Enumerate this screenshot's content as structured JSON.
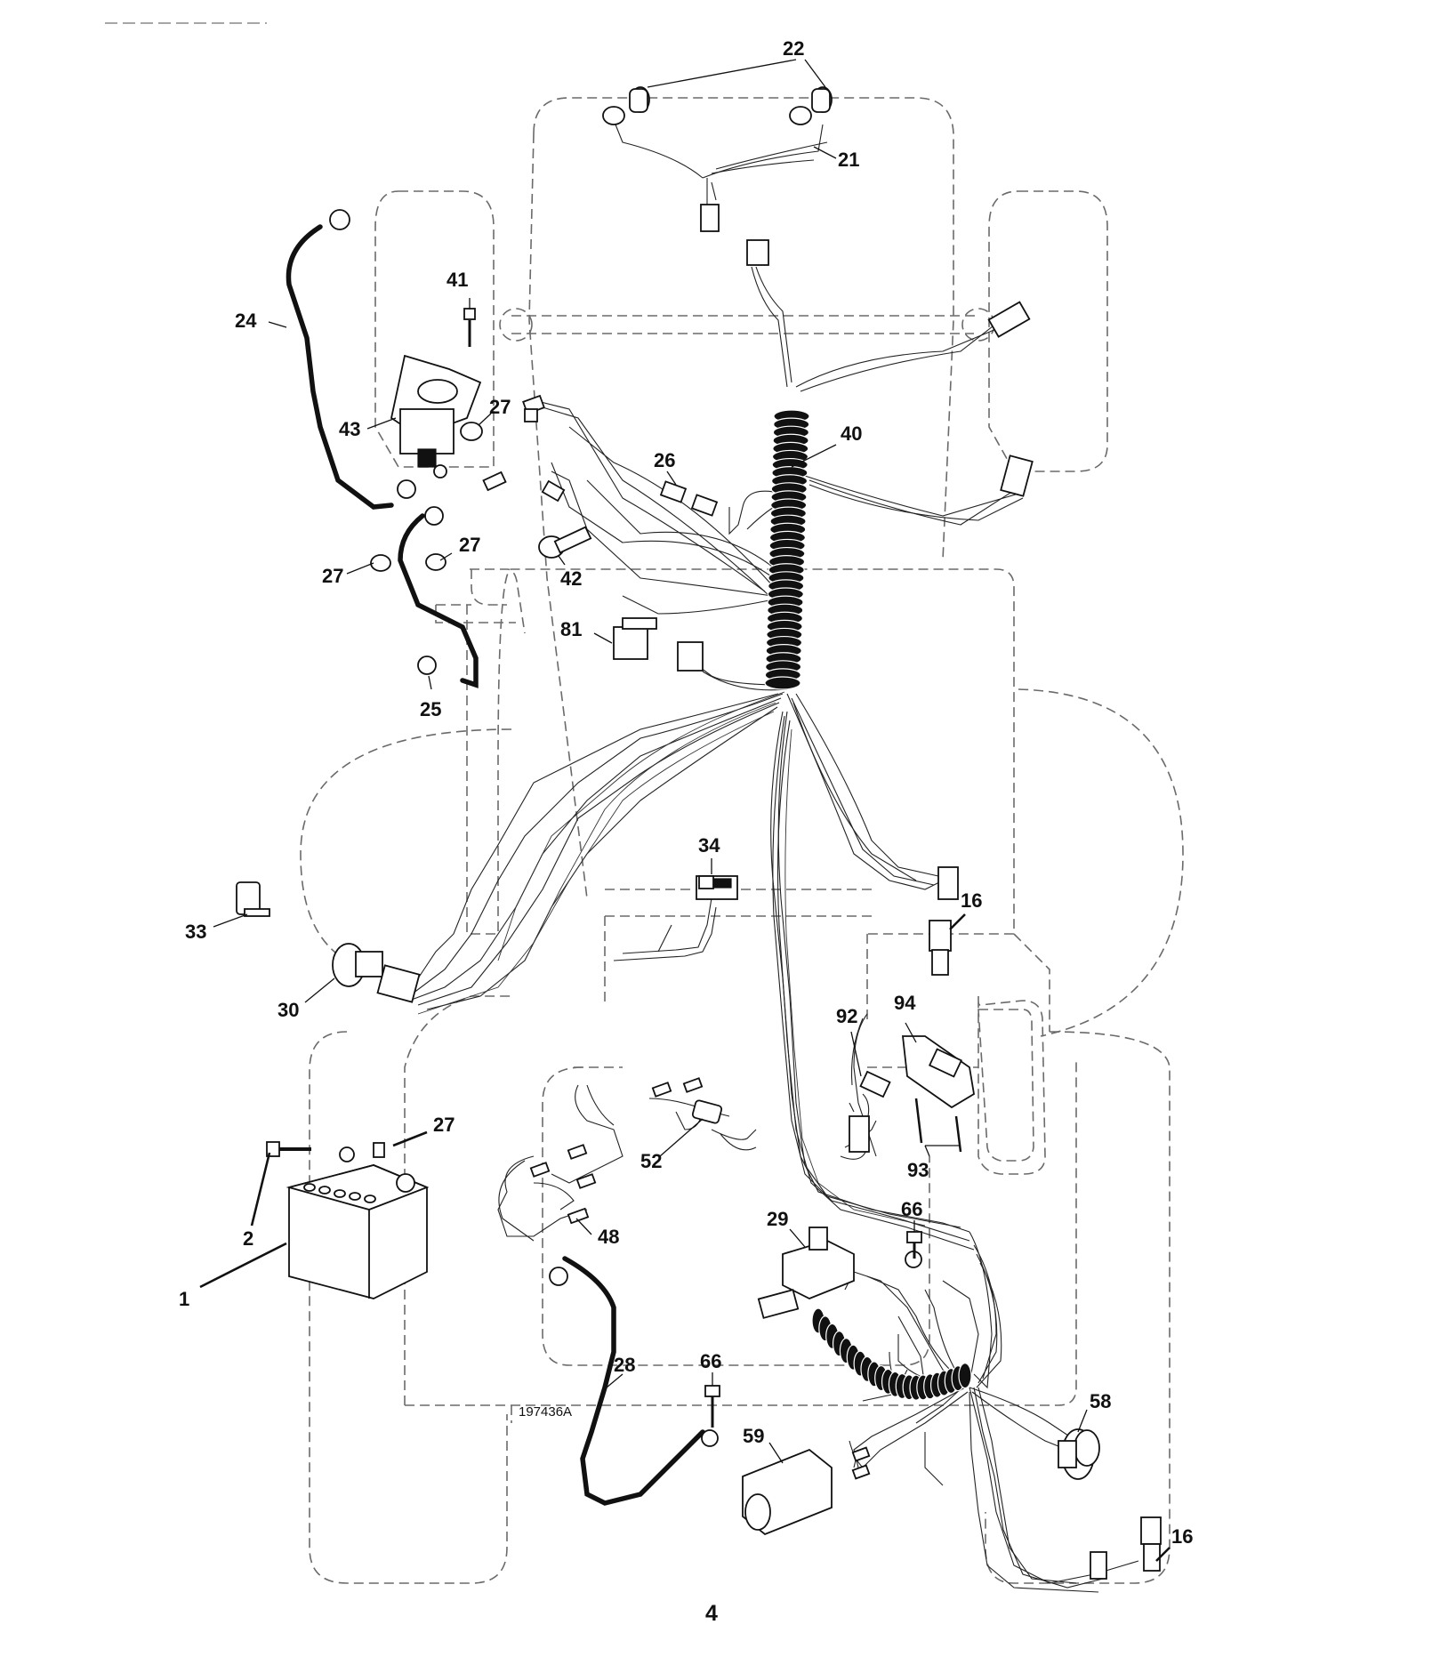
{
  "drawing_number": "197436A",
  "page_number": "4",
  "callouts": {
    "c1": "1",
    "c2": "2",
    "c16a": "16",
    "c16b": "16",
    "c21": "21",
    "c22": "22",
    "c24": "24",
    "c25": "25",
    "c26": "26",
    "c27a": "27",
    "c27b": "27",
    "c27c": "27",
    "c27d": "27",
    "c28": "28",
    "c29": "29",
    "c30": "30",
    "c33": "33",
    "c34": "34",
    "c40": "40",
    "c41": "41",
    "c42": "42",
    "c43": "43",
    "c48": "48",
    "c52": "52",
    "c58": "58",
    "c59": "59",
    "c66a": "66",
    "c66b": "66",
    "c81": "81",
    "c92": "92",
    "c93": "93",
    "c94": "94"
  }
}
